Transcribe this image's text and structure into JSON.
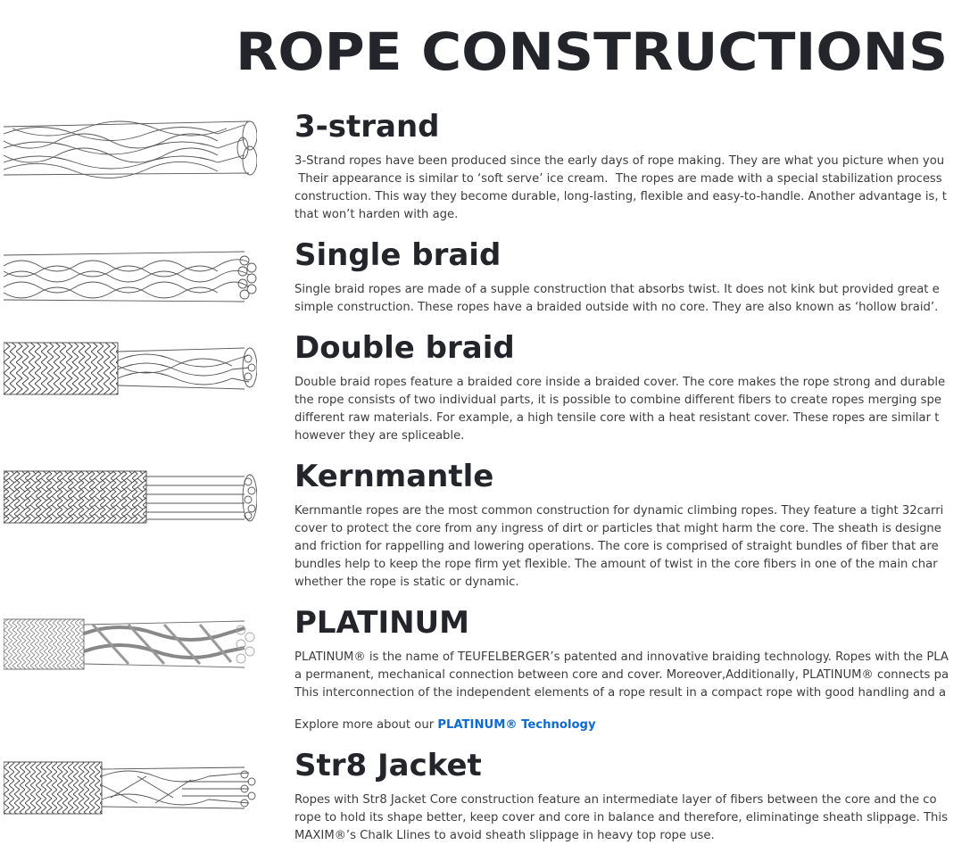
{
  "page": {
    "title": "ROPE CONSTRUCTIONS"
  },
  "sections": [
    {
      "heading": "3-strand",
      "image_icon": "three-strand-rope-icon",
      "lines": [
        "3-Strand ropes have been produced since the early days of rope making. They are what you picture when you",
        " Their appearance is similar to ‘soft serve’ ice cream.  The ropes are made with a special stabilization process",
        "construction. This way they become durable, long-lasting, flexible and easy-to-handle. Another advantage is, t",
        "that won’t harden with age."
      ]
    },
    {
      "heading": "Single braid",
      "image_icon": "single-braid-rope-icon",
      "lines": [
        "Single braid ropes are made of a supple construction that absorbs twist. It does not kink but provided great e",
        "simple construction. These ropes have a braided outside with no core.  They are also known as ‘hollow braid’."
      ]
    },
    {
      "heading": "Double braid",
      "image_icon": "double-braid-rope-icon",
      "lines": [
        "Double braid ropes feature a braided core inside a braided cover. The core makes the rope strong and durable",
        "the rope consists of two individual parts, it is possible to combine different fibers to create ropes merging spe",
        "different raw materials. For example, a high tensile core with a heat resistant cover.  These ropes are similar t",
        "however they are spliceable."
      ]
    },
    {
      "heading": "Kernmantle",
      "image_icon": "kernmantle-rope-icon",
      "lines": [
        "Kernmantle ropes are the most common construction for dynamic climbing ropes. They feature a tight 32carri",
        "cover to protect the core from any ingress of dirt or particles that might harm the core. The sheath is designe",
        "and friction for rappelling and lowering operations. The core is comprised of straight bundles of fiber that are",
        "bundles help to keep the rope firm yet flexible.  The amount of twist in the core fibers in one of the main char",
        "whether the rope is static or dynamic."
      ]
    },
    {
      "heading": "PLATINUM",
      "image_icon": "platinum-rope-icon",
      "lines": [
        "PLATINUM® is the name of TEUFELBERGER’s patented and innovative braiding technology. Ropes with the PLA",
        "a permanent, mechanical connection between core and cover. Moreover,Additionally,  PLATINUM® connects pa",
        "This interconnection of the independent elements of a rope result in a compact rope with good handling and a"
      ],
      "explore_prefix": "Explore more about our ",
      "explore_link": "PLATINUM® Technology",
      "link_color": "#0b6bd6"
    },
    {
      "heading": "Str8 Jacket",
      "image_icon": "str8-jacket-rope-icon",
      "lines": [
        "Ropes with Str8 Jacket Core construction feature an intermediate layer of fibers between the core and the co",
        "rope to hold its shape better, keep cover and core in balance and therefore, eliminatinge sheath slippage. This",
        "MAXIM®’s Chalk Llines to avoid sheath slippage in heavy top rope use."
      ]
    }
  ]
}
